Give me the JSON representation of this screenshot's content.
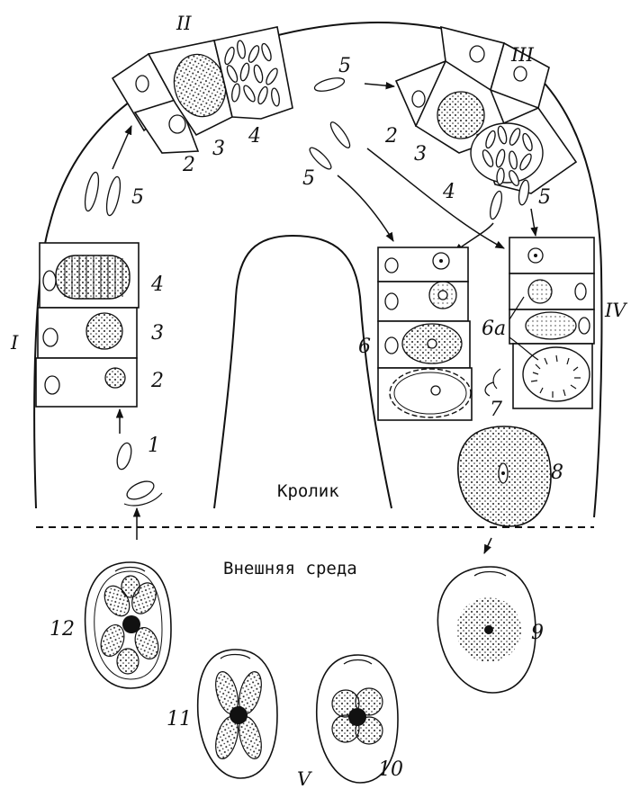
{
  "labels": {
    "host": "Кролик",
    "environment": "Внешняя среда"
  },
  "stage_numerals": {
    "i": "I",
    "ii": "II",
    "iii": "III",
    "iv": "IV",
    "v": "V"
  },
  "stage_numbers": {
    "n1": "1",
    "n2": "2",
    "n3": "3",
    "n4": "4",
    "n5": "5",
    "n6": "6",
    "n6a": "6а",
    "n7": "7",
    "n8": "8",
    "n9": "9",
    "n10": "10",
    "n11": "11",
    "n12": "12"
  }
}
